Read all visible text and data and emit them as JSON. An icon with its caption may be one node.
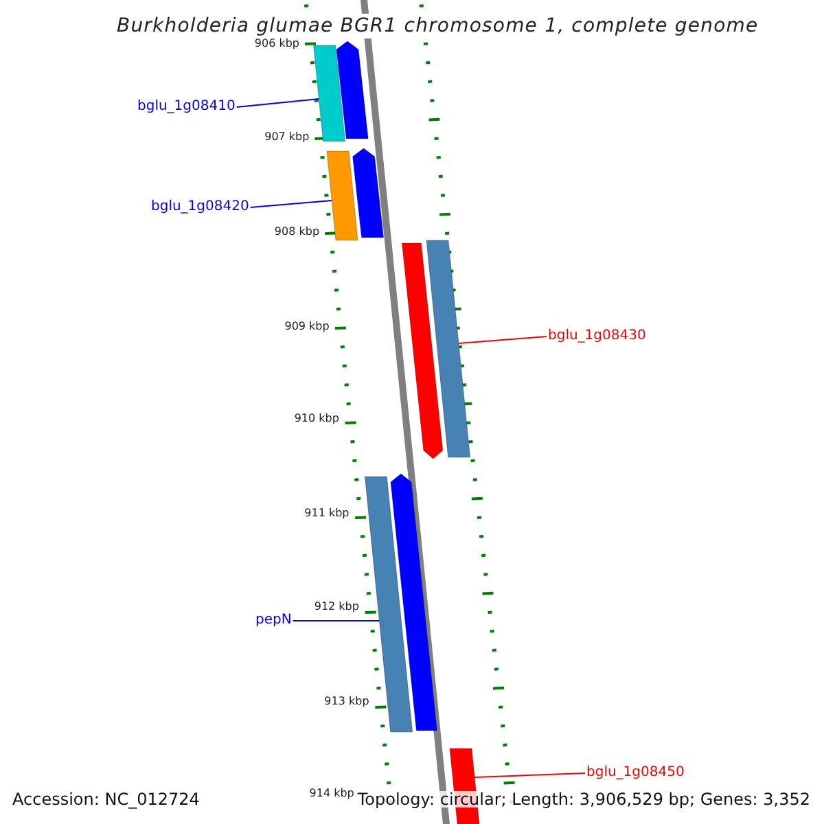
{
  "diagram": {
    "title": "Burkholderia glumae BGR1 chromosome 1, complete genome",
    "nodes": [
      {
        "text": [
          "bglu_1g08410"
        ]
      },
      {
        "text": [],
        "shape": "bar"
      },
      {
        "text": [],
        "shape": "bar"
      },
      {
        "text": [
          "bglu_1g08420"
        ]
      },
      {
        "text": [],
        "shape": "bar"
      },
      {
        "text": [],
        "shape": "bar"
      },
      {
        "text": [],
        "shape": "bar"
      },
      {
        "text": [],
        "shape": "bar"
      },
      {
        "text": [
          "bglu_1g08430"
        ]
      },
      {
        "text": [],
        "shape": "bar"
      },
      {
        "text": [],
        "shape": "bar"
      },
      {
        "text": [
          "pepN"
        ]
      },
      {
        "text": [],
        "shape": "bar"
      },
      {
        "text": [
          "bglu_1g08450"
        ]
      }
    ],
    "edges": [
      {
        "from": 0,
        "to": 1,
        "arrow": "none"
      },
      {
        "from": 3,
        "to": 4,
        "arrow": "none"
      },
      {
        "from": 8,
        "to": 7,
        "arrow": "none",
        "color": "#ff0000"
      },
      {
        "from": 11,
        "to": 9,
        "arrow": "none"
      },
      {
        "from": 13,
        "to": 12,
        "arrow": "none",
        "color": "#ff0000"
      }
    ],
    "labels": [
      "906 kbp",
      "907 kbp",
      "908 kbp",
      "909 kbp",
      "910 kbp",
      "911 kbp",
      "912 kbp",
      "913 kbp",
      "914 kbp",
      "Accession: NC_012724",
      "Topology: circular; Length: 3,906,529 bp; Genes: 3,352"
    ]
  }
}
